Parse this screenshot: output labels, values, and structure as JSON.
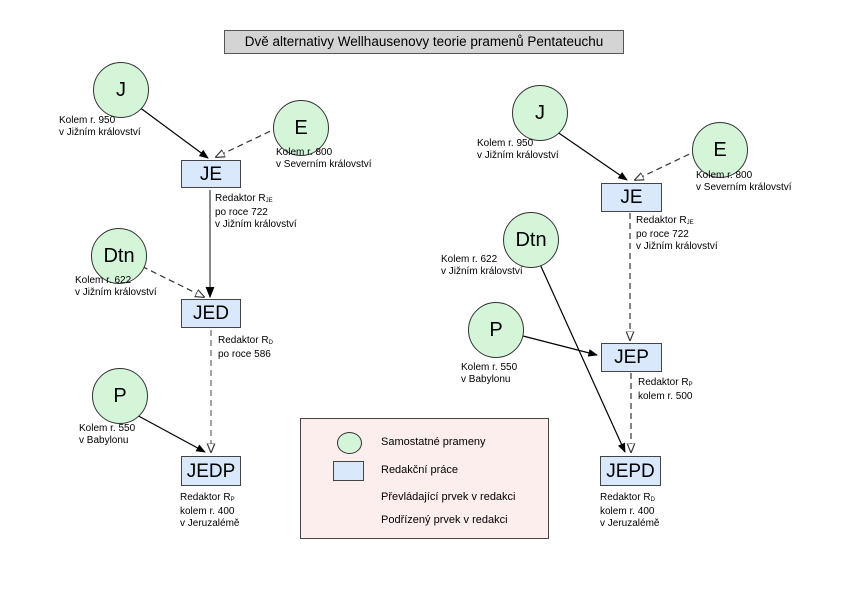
{
  "title": "Dvě alternativy Wellhausenovy teorie pramenů Pentateuchu",
  "left": {
    "sources": {
      "J": {
        "label": "J",
        "lines": [
          "Kolem r. 950",
          "v Jižním království"
        ]
      },
      "E": {
        "label": "E",
        "lines": [
          "Kolem r. 800",
          "v Severním království"
        ]
      },
      "Dtn": {
        "label": "Dtn",
        "lines": [
          "Kolem r. 622",
          "v Jižním království"
        ]
      },
      "P": {
        "label": "P",
        "lines": [
          "Kolem r. 550",
          "v Babylonu"
        ]
      }
    },
    "redactions": {
      "JE": {
        "label": "JE",
        "editor": "Redaktor R",
        "editor_sub": "JE",
        "lines": [
          "po roce 722",
          "v Jižním království"
        ]
      },
      "JED": {
        "label": "JED",
        "editor": "Redaktor R",
        "editor_sub": "D",
        "lines": [
          "po roce 586"
        ]
      },
      "JEDP": {
        "label": "JEDP",
        "editor": "Redaktor R",
        "editor_sub": "P",
        "lines": [
          "kolem r. 400",
          "v Jeruzalémě"
        ]
      }
    }
  },
  "right": {
    "sources": {
      "J": {
        "label": "J",
        "lines": [
          "Kolem r. 950",
          "v Jižním království"
        ]
      },
      "E": {
        "label": "E",
        "lines": [
          "Kolem r. 800",
          "v Severním království"
        ]
      },
      "Dtn": {
        "label": "Dtn",
        "lines": [
          "Kolem r. 622",
          "v Jižním království"
        ]
      },
      "P": {
        "label": "P",
        "lines": [
          "Kolem r. 550",
          "v Babylonu"
        ]
      }
    },
    "redactions": {
      "JE": {
        "label": "JE",
        "editor": "Redaktor R",
        "editor_sub": "JE",
        "lines": [
          "po roce 722",
          "v Jižním království"
        ]
      },
      "JEP": {
        "label": "JEP",
        "editor": "Redaktor R",
        "editor_sub": "P",
        "lines": [
          "kolem r. 500"
        ]
      },
      "JEPD": {
        "label": "JEPD",
        "editor": "Redaktor R",
        "editor_sub": "D",
        "lines": [
          "kolem r. 400",
          "v Jeruzalémě"
        ]
      }
    }
  },
  "legend": {
    "source": "Samostatné prameny",
    "redaction": "Redakční práce",
    "dominant": "Převládající prvek v redakci",
    "subordinate": "Podřízený prvek v redakci"
  },
  "colors": {
    "source_fill": "#d5f5d9",
    "redaction_fill": "#d9e8fb",
    "legend_fill": "#fdeeee",
    "title_fill": "#d4d4d4"
  }
}
